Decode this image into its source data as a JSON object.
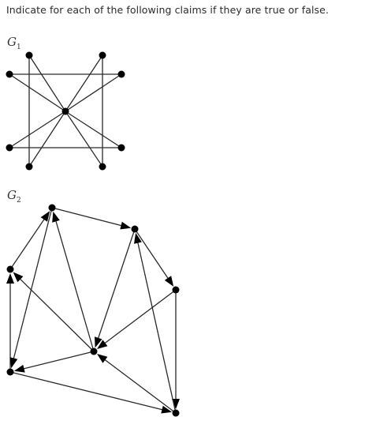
{
  "instruction": "Indicate for each of the following claims if they are true or false.",
  "graphs": {
    "g1": {
      "label_letter": "G",
      "label_index": "1",
      "directed": false,
      "nodes": [
        "top-left",
        "top-right",
        "left-upper",
        "right-upper",
        "center",
        "left-lower",
        "right-lower",
        "bottom-left",
        "bottom-right"
      ],
      "edges": [
        [
          "left-upper",
          "right-upper"
        ],
        [
          "left-lower",
          "right-lower"
        ],
        [
          "top-left",
          "bottom-left"
        ],
        [
          "top-right",
          "bottom-right"
        ],
        [
          "top-left",
          "center"
        ],
        [
          "center",
          "bottom-right"
        ],
        [
          "top-right",
          "center"
        ],
        [
          "center",
          "bottom-left"
        ],
        [
          "left-upper",
          "center"
        ],
        [
          "center",
          "right-lower"
        ],
        [
          "right-upper",
          "center"
        ],
        [
          "center",
          "left-lower"
        ]
      ]
    },
    "g2": {
      "label_letter": "G",
      "label_index": "2",
      "directed": true,
      "nodes": [
        "top",
        "top-right",
        "right",
        "left",
        "center",
        "bottom-left",
        "bottom-right"
      ],
      "edges": [
        [
          "top",
          "top-right"
        ],
        [
          "top-right",
          "right"
        ],
        [
          "right",
          "bottom-right"
        ],
        [
          "bottom-right",
          "top-right"
        ],
        [
          "right",
          "center"
        ],
        [
          "top-right",
          "center"
        ],
        [
          "center",
          "top"
        ],
        [
          "center",
          "left"
        ],
        [
          "center",
          "bottom-left"
        ],
        [
          "bottom-left",
          "left"
        ],
        [
          "left",
          "top"
        ],
        [
          "top",
          "bottom-left"
        ],
        [
          "bottom-left",
          "bottom-right"
        ],
        [
          "bottom-right",
          "center"
        ]
      ]
    }
  },
  "colors": {
    "line": "#2a2a2a",
    "node": "#000000"
  }
}
